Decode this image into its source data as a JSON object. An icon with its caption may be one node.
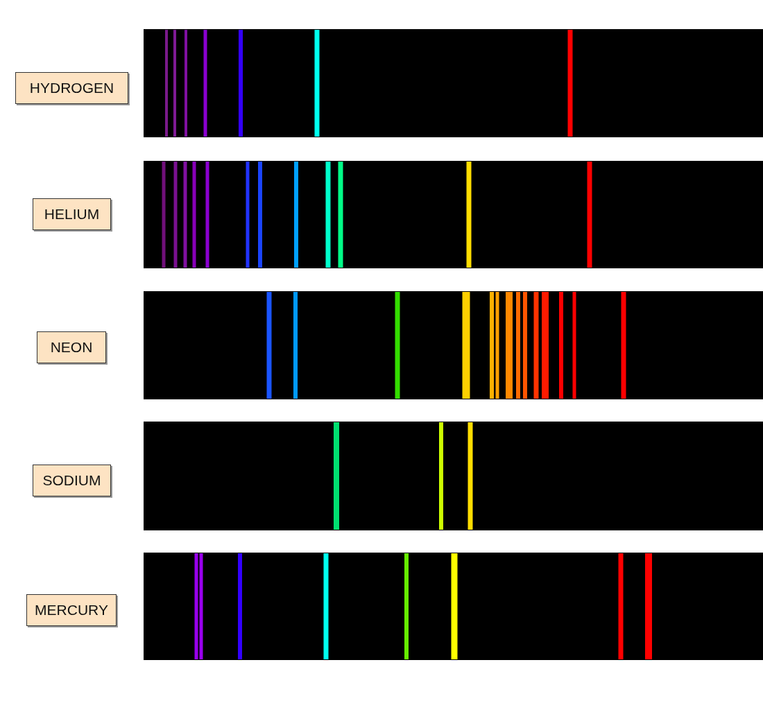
{
  "diagram": {
    "nodes": [
      {
        "text": [
          "HYDROGEN"
        ]
      },
      {
        "text": [
          "HELIUM"
        ]
      },
      {
        "text": [
          "NEON"
        ]
      },
      {
        "text": [
          "SODIUM"
        ]
      },
      {
        "text": [
          "MERCURY"
        ]
      }
    ]
  }
}
